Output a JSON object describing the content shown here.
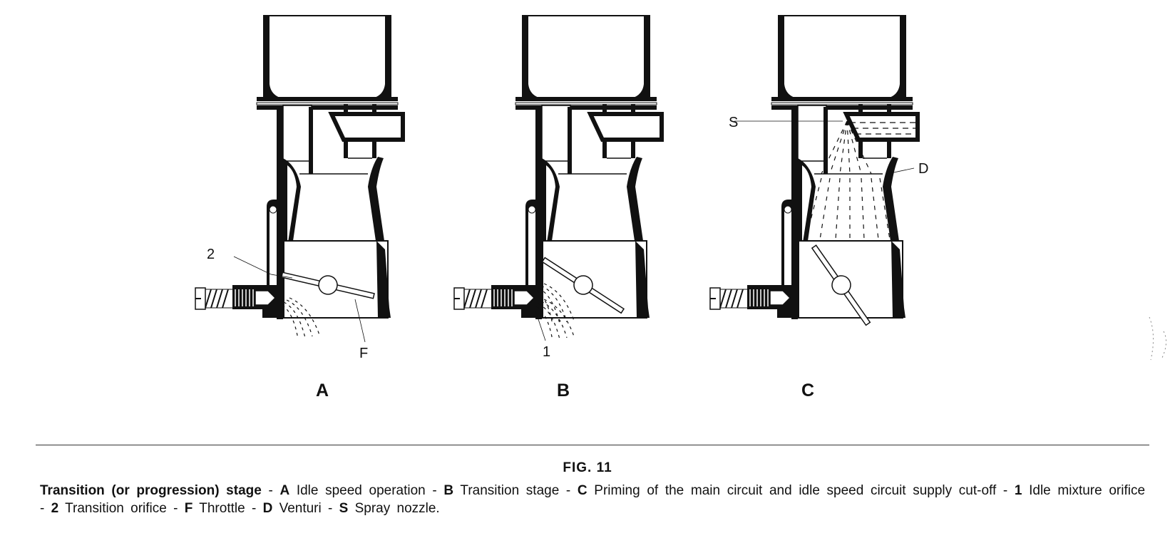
{
  "figure": {
    "number_label": "FIG.  11",
    "panels": [
      {
        "letter": "A",
        "throttle_state": "nearly closed",
        "callouts": [
          "2",
          "F"
        ]
      },
      {
        "letter": "B",
        "throttle_state": "partially open",
        "callouts": [
          "1"
        ]
      },
      {
        "letter": "C",
        "throttle_state": "open",
        "callouts": [
          "S",
          "D"
        ]
      }
    ],
    "callout_labels": {
      "two": "2",
      "F": "F",
      "one": "1",
      "S": "S",
      "D": "D"
    }
  },
  "caption": {
    "title": "Transition (or progression) stage",
    "sep": " - ",
    "items": [
      {
        "key": "A",
        "text": "Idle speed operation"
      },
      {
        "key": "B",
        "text": "Transition stage"
      },
      {
        "key": "C",
        "text": "Priming of the main circuit and idle speed circuit supply cut-off"
      },
      {
        "key": "1",
        "text": "Idle mixture orifice"
      },
      {
        "key": "2",
        "text": "Transition orifice"
      },
      {
        "key": "F",
        "text": "Throttle"
      },
      {
        "key": "D",
        "text": "Venturi"
      },
      {
        "key": "S",
        "text": "Spray nozzle."
      }
    ]
  }
}
